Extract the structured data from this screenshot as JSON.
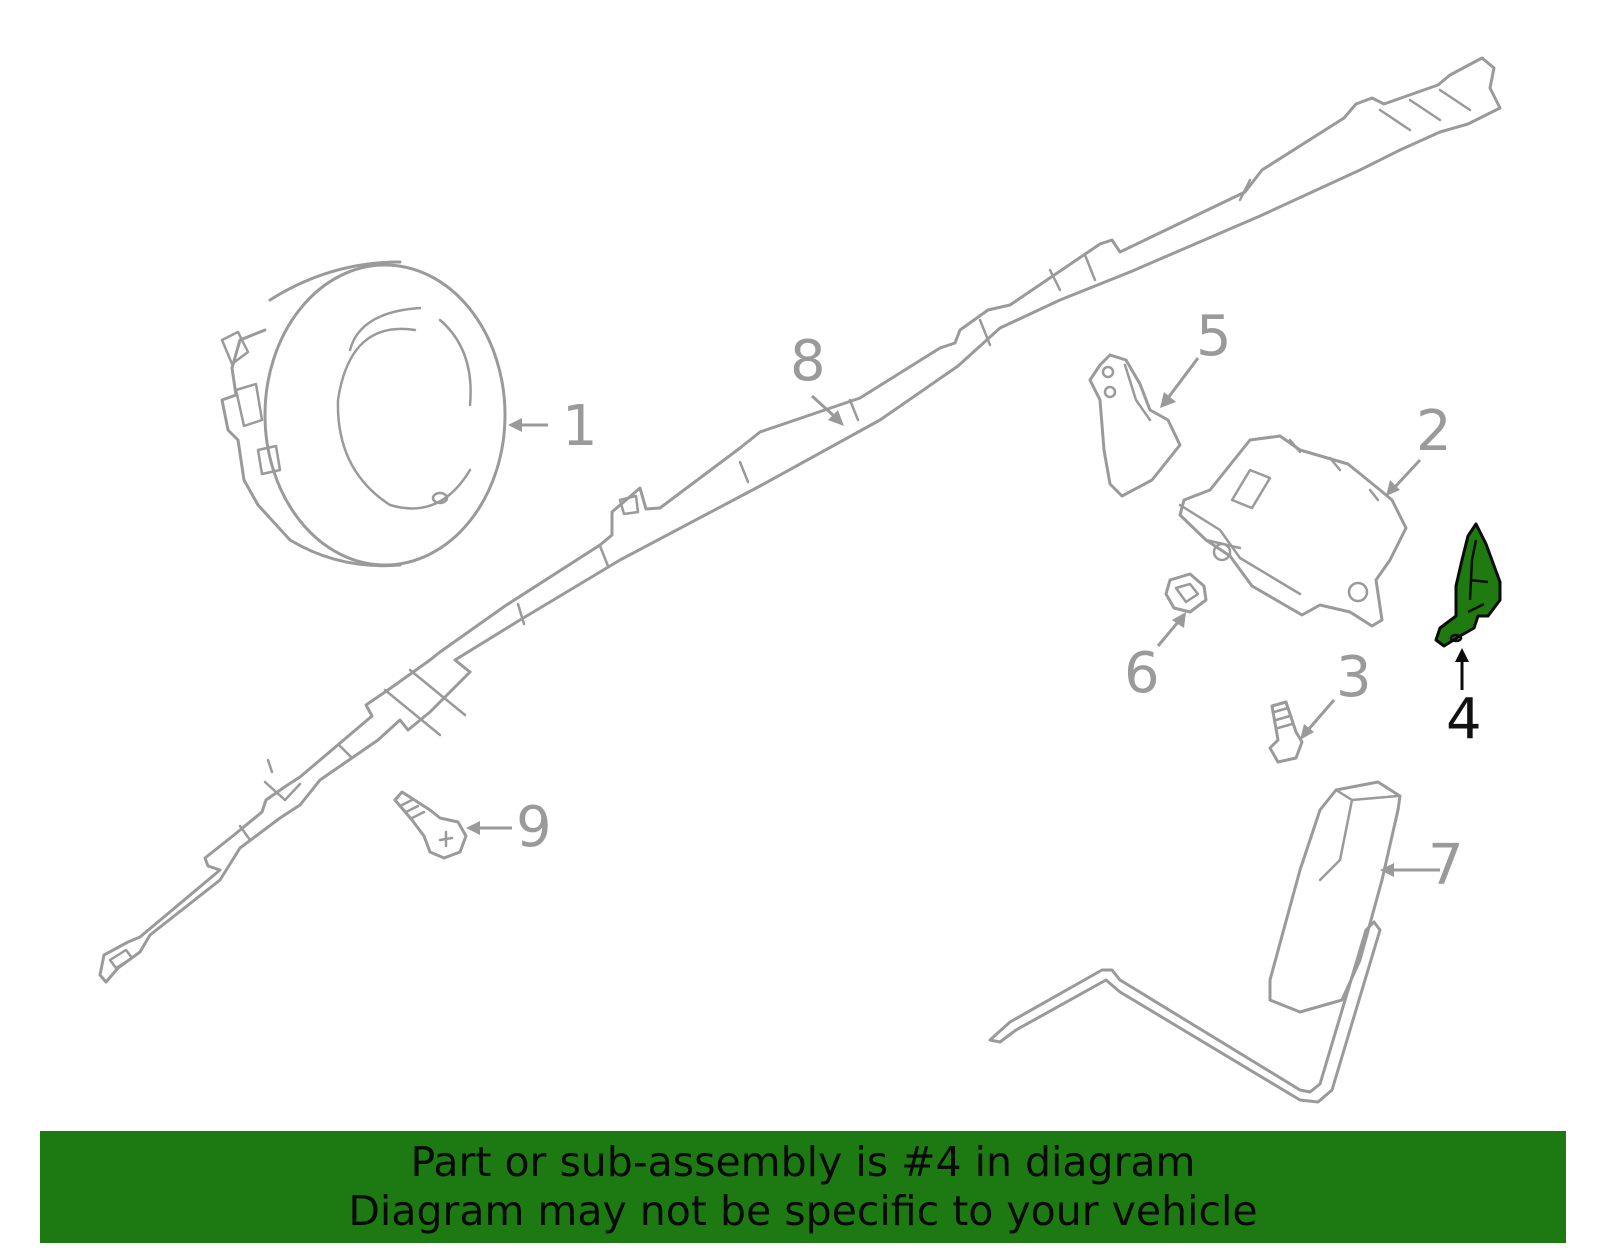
{
  "callouts": [
    "1",
    "2",
    "3",
    "4",
    "5",
    "6",
    "7",
    "8",
    "9"
  ],
  "highlighted_part": "4",
  "highlight_color": "#1d7a12",
  "outline_color": "#9a9a9a",
  "banner": {
    "line1": "Part or sub-assembly is #4 in diagram",
    "line2": "Diagram may not be specific to your vehicle"
  }
}
